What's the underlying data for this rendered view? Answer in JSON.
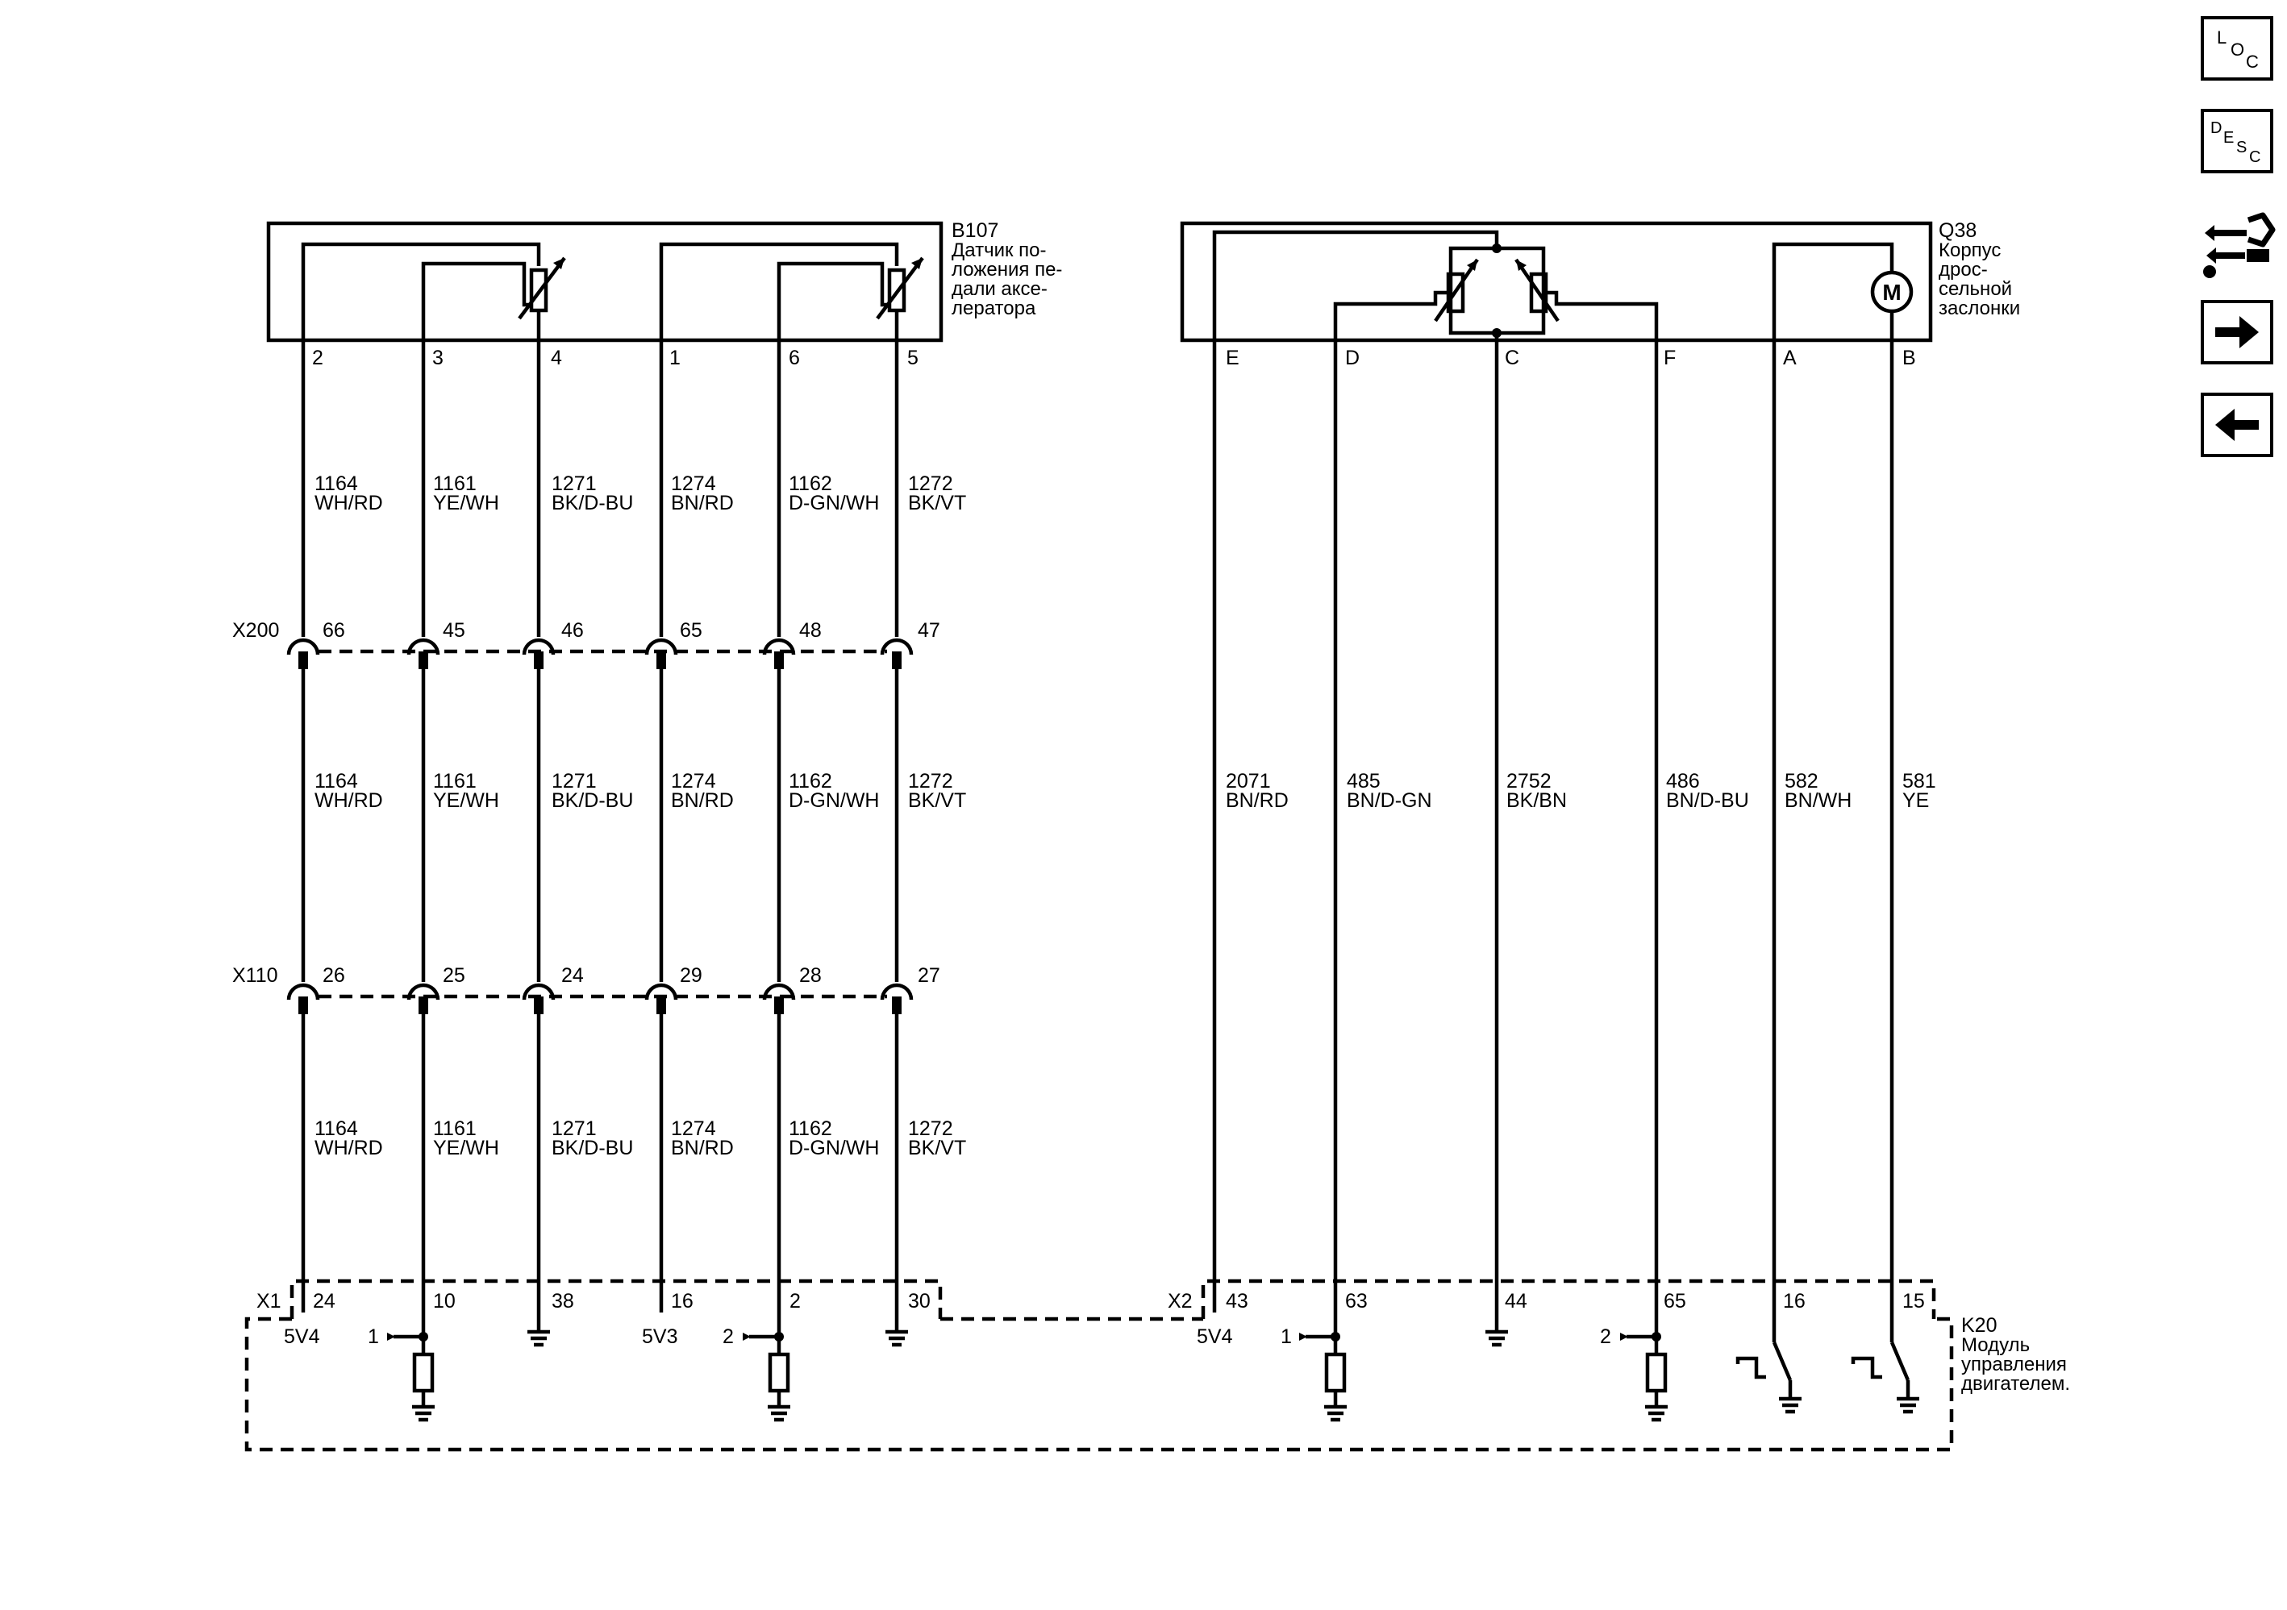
{
  "b107": {
    "ref": "B107",
    "desc": [
      "Датчик по-",
      "ложения пе-",
      "дали аксе-",
      "лератора"
    ],
    "pins": [
      "2",
      "3",
      "4",
      "1",
      "6",
      "5"
    ]
  },
  "q38": {
    "ref": "Q38",
    "desc": [
      "Корпус",
      "дрос-",
      "сельной",
      "заслонки"
    ],
    "pins": [
      "E",
      "D",
      "C",
      "F",
      "A",
      "B"
    ],
    "motor_symbol": "M"
  },
  "k20": {
    "ref": "K20",
    "desc": [
      "Модуль",
      "управления",
      "двигателем."
    ]
  },
  "connectors": {
    "x200": {
      "name": "X200",
      "pins": [
        "66",
        "45",
        "46",
        "65",
        "48",
        "47"
      ]
    },
    "x110": {
      "name": "X110",
      "pins": [
        "26",
        "25",
        "24",
        "29",
        "28",
        "27"
      ]
    },
    "x1": {
      "name": "X1",
      "pins": [
        "24",
        "10",
        "38",
        "16",
        "2",
        "30"
      ]
    },
    "x2": {
      "name": "X2",
      "pins": [
        "43",
        "63",
        "44",
        "65",
        "16",
        "15"
      ]
    }
  },
  "wires_left": [
    {
      "circuit": "1164",
      "color": "WH/RD"
    },
    {
      "circuit": "1161",
      "color": "YE/WH"
    },
    {
      "circuit": "1271",
      "color": "BK/D-BU"
    },
    {
      "circuit": "1274",
      "color": "BN/RD"
    },
    {
      "circuit": "1162",
      "color": "D-GN/WH"
    },
    {
      "circuit": "1272",
      "color": "BK/VT"
    }
  ],
  "wires_right": [
    {
      "circuit": "2071",
      "color": "BN/RD"
    },
    {
      "circuit": "485",
      "color": "BN/D-GN"
    },
    {
      "circuit": "2752",
      "color": "BK/BN"
    },
    {
      "circuit": "486",
      "color": "BN/D-BU"
    },
    {
      "circuit": "582",
      "color": "BN/WH"
    },
    {
      "circuit": "581",
      "color": "YE"
    }
  ],
  "ecm_labels": {
    "v5_4_left": "5V4",
    "v5_3": "5V3",
    "v5_4_right": "5V4",
    "sig1_left": "1",
    "sig2_left": "2",
    "sig1_right": "1",
    "sig2_right": "2"
  },
  "nav": {
    "loc": [
      "L",
      "O",
      "C"
    ],
    "desc": [
      "D",
      "E",
      "S",
      "C"
    ],
    "connector_icon": "connector-tool-icon",
    "next_icon": "arrow-right-icon",
    "prev_icon": "arrow-left-icon"
  }
}
